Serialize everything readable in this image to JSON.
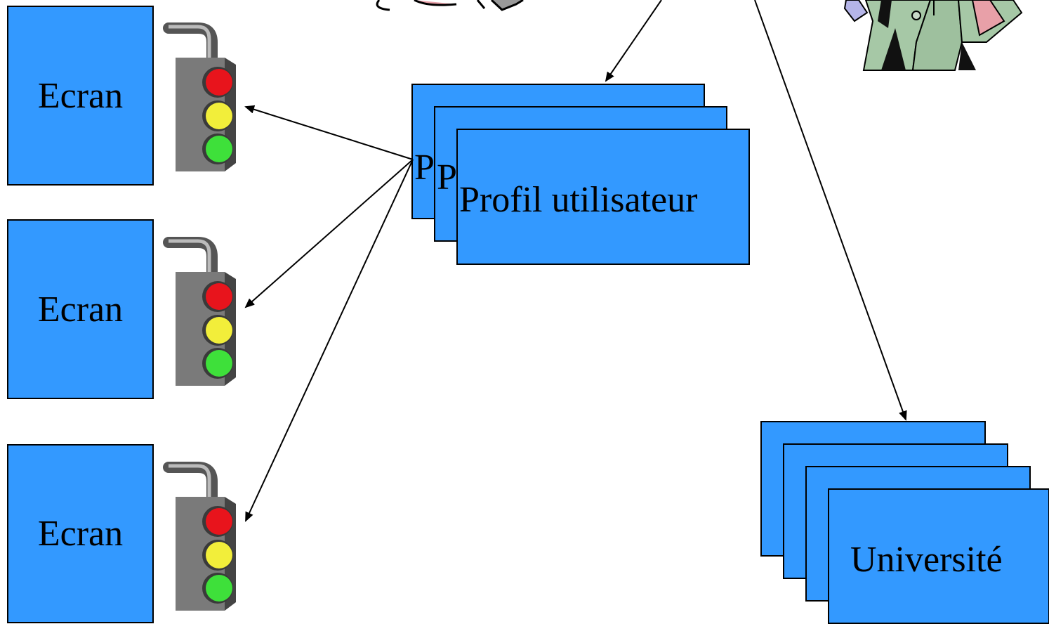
{
  "screens": [
    {
      "label": "Ecran"
    },
    {
      "label": "Ecran"
    },
    {
      "label": "Ecran"
    }
  ],
  "profile_stack": {
    "front_label": "Profil utilisateur",
    "back_label_1": "P",
    "back_label_2": "P"
  },
  "university_stack": {
    "front_label": "Université"
  },
  "colors": {
    "box_fill": "#3399ff",
    "light_red": "#e8141c",
    "light_yellow": "#f2ee3a",
    "light_green": "#3ee03a",
    "traffic_light_body": "#7a7a7a"
  }
}
